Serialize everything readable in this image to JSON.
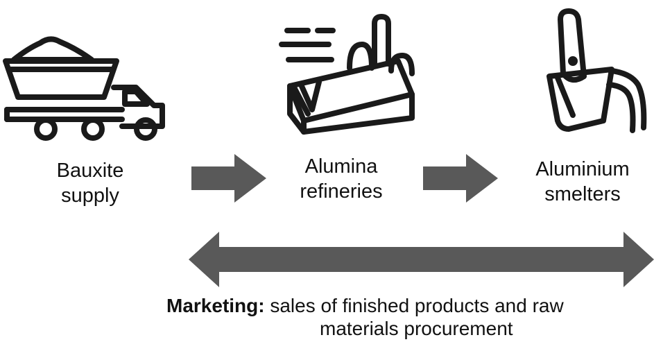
{
  "stages": [
    {
      "icon": "dump-truck-icon",
      "line1": "Bauxite",
      "line2": "supply"
    },
    {
      "icon": "refinery-icon",
      "line1": "Alumina",
      "line2": "refineries"
    },
    {
      "icon": "smelter-ladle-icon",
      "line1": "Aluminium",
      "line2": "smelters"
    }
  ],
  "marketing": {
    "heading": "Marketing:",
    "text_line1": " sales of finished products and raw",
    "text_line2": "materials procurement"
  },
  "colors": {
    "arrow_fill": "#595959",
    "icon_stroke": "#1a1a1a"
  }
}
